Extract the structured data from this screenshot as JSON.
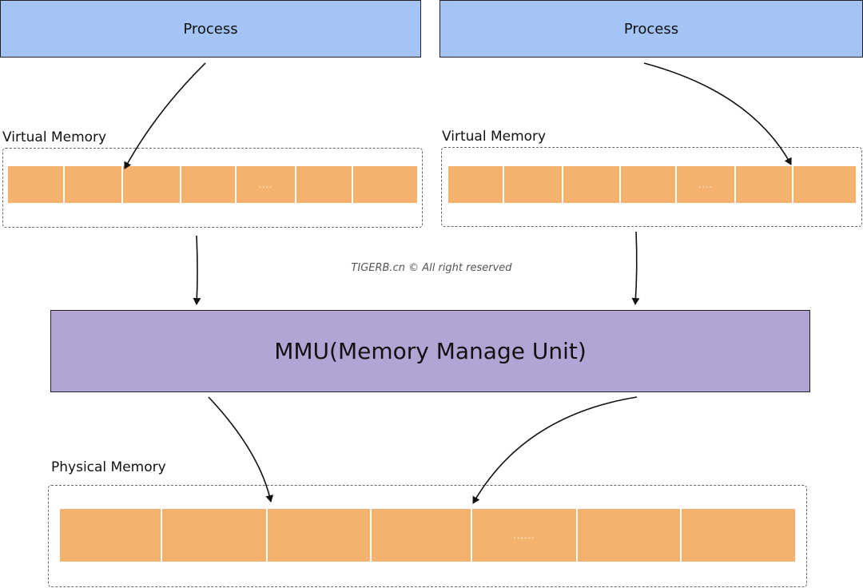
{
  "processes": [
    {
      "label": "Process"
    },
    {
      "label": "Process"
    }
  ],
  "virtual_memory": [
    {
      "label": "Virtual Memory",
      "cells": [
        "",
        "",
        "",
        "",
        "....",
        "",
        ""
      ]
    },
    {
      "label": "Virtual Memory",
      "cells": [
        "",
        "",
        "",
        "",
        "....",
        "",
        ""
      ]
    }
  ],
  "mmu": {
    "label": "MMU(Memory Manage Unit)"
  },
  "physical_memory": {
    "label": "Physical Memory",
    "cells": [
      "",
      "",
      "",
      "",
      "......",
      "",
      ""
    ]
  },
  "watermark": "TIGERB.cn © All right reserved",
  "colors": {
    "process_fill": "#a3c4f5",
    "mmu_fill": "#b2a5d6",
    "memory_cell_fill": "#f5b26f",
    "border": "#222222"
  }
}
